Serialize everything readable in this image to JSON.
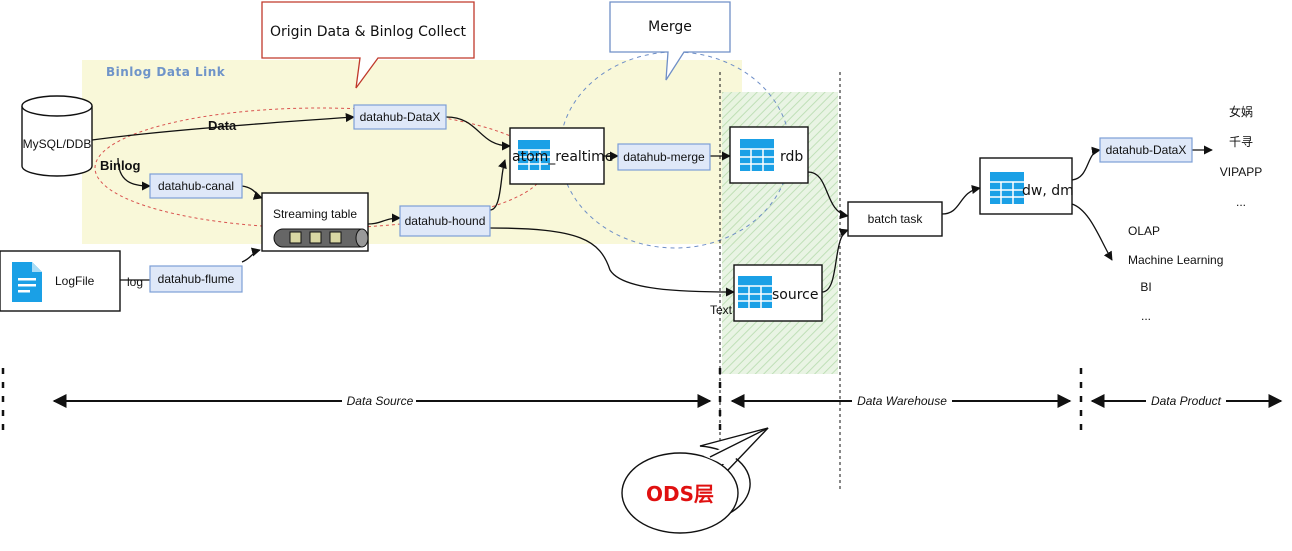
{
  "callouts": {
    "origin": "Origin Data & Binlog Collect",
    "merge": "Merge",
    "ods": "ODS层"
  },
  "region_title": "Binlog Data Link",
  "nodes": {
    "mysql": "MySQL/DDB",
    "logfile": "LogFile",
    "datax_src": "datahub-DataX",
    "canal": "datahub-canal",
    "flume": "datahub-flume",
    "streaming": "Streaming table",
    "hound": "datahub-hound",
    "atom": "atom_realtime",
    "merge": "datahub-merge",
    "rdb": "rdb",
    "source": "source",
    "batch": "batch task",
    "dwdm": "dw, dm",
    "datax_out": "datahub-DataX"
  },
  "edge_labels": {
    "data": "Data",
    "binlog": "Binlog",
    "log": "log",
    "text": "Text"
  },
  "products_top": [
    "女娲",
    "千寻",
    "VIPAPP",
    "..."
  ],
  "products_bottom": [
    "OLAP",
    "Machine Learning",
    "BI",
    "..."
  ],
  "axis": {
    "source": "Data Source",
    "warehouse": "Data Warehouse",
    "product": "Data Product"
  },
  "colors": {
    "yellow_region": "#f7f6c9",
    "green_region": "#d2ebcb",
    "origin_callout": "#c0392b",
    "merge_callout": "#6f8fc7",
    "tag_fill": "#dfe8f8",
    "table_icon": "#1aa0e6",
    "ods": "#e01010"
  },
  "icons": [
    "database-icon",
    "document-icon",
    "table-icon",
    "stream-queue-icon"
  ]
}
